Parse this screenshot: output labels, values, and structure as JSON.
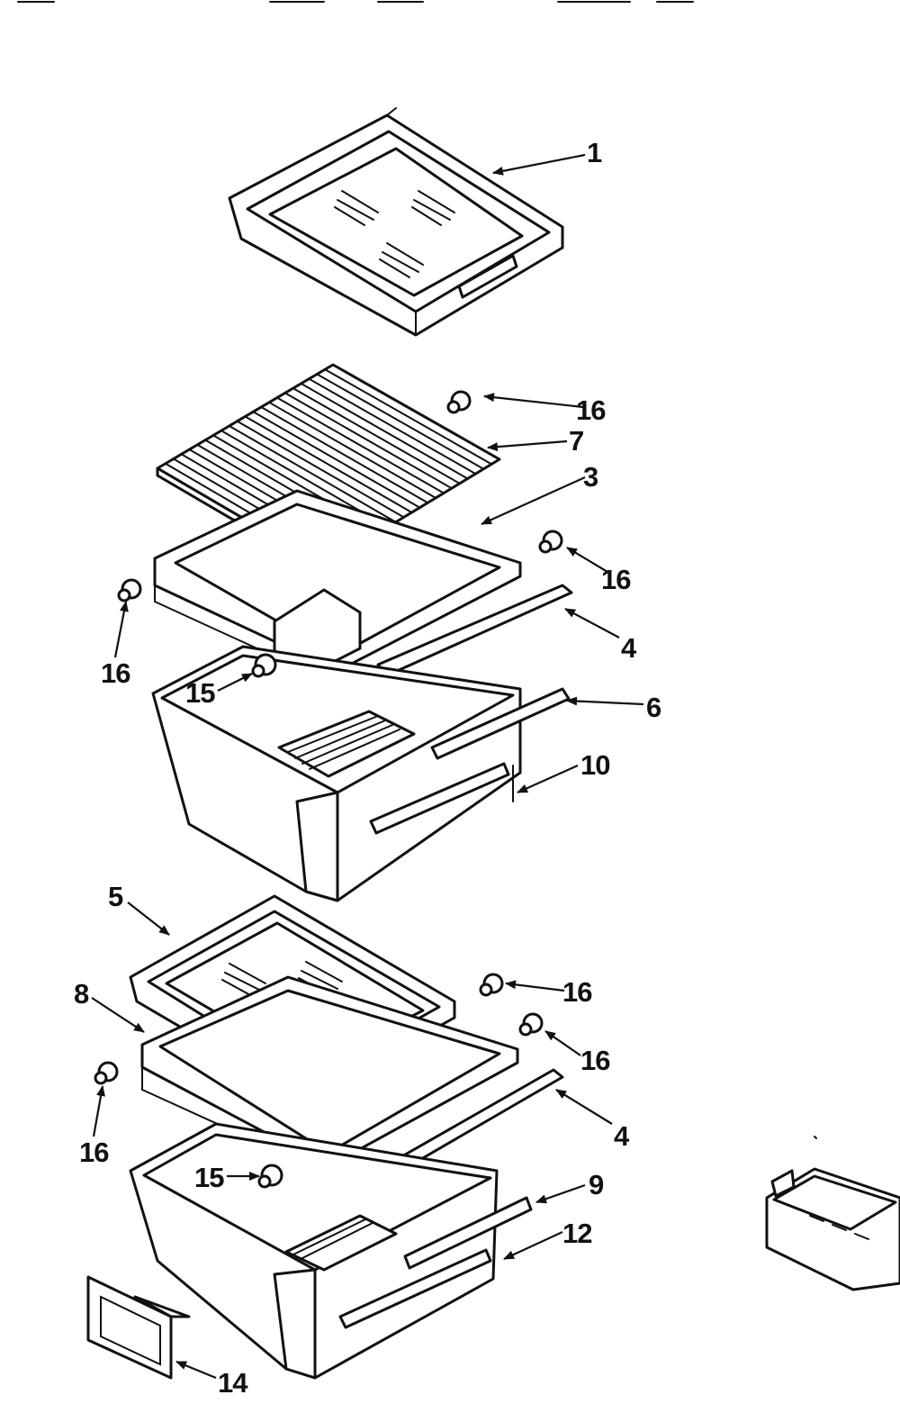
{
  "colors": {
    "ink": "#111111",
    "paper": "#ffffff"
  },
  "callouts": {
    "c1": "1",
    "c3": "3",
    "c4a": "4",
    "c4b": "4",
    "c5": "5",
    "c6": "6",
    "c7": "7",
    "c8": "8",
    "c9": "9",
    "c10": "10",
    "c12": "12",
    "c14": "14",
    "c15a": "15",
    "c15b": "15",
    "c16a": "16",
    "c16b": "16",
    "c16c": "16",
    "c16d": "16",
    "c16e": "16",
    "c16f": "16"
  }
}
